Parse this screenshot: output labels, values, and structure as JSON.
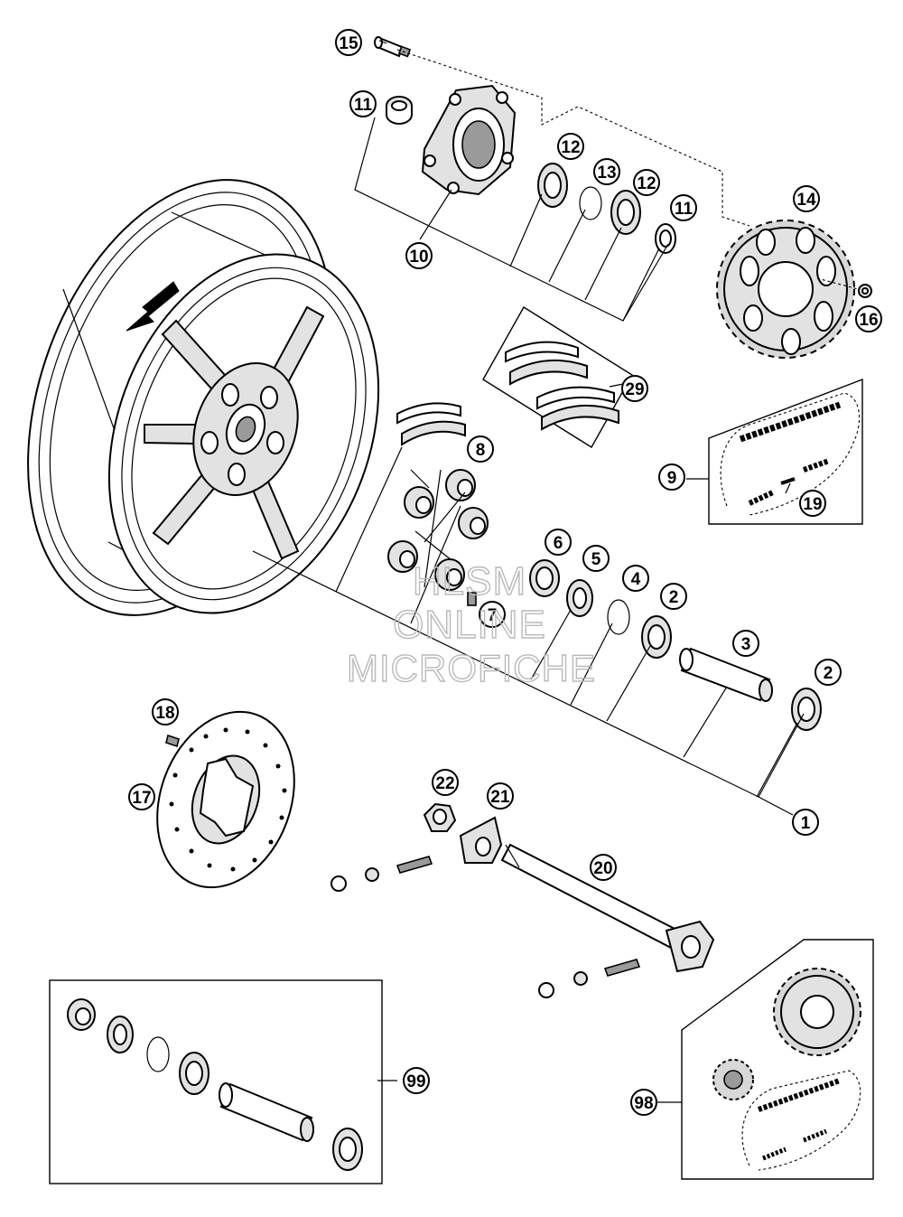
{
  "callouts": {
    "c1": "1",
    "c2a": "2",
    "c2b": "2",
    "c3": "3",
    "c4": "4",
    "c5": "5",
    "c6": "6",
    "c7": "7",
    "c8": "8",
    "c9": "9",
    "c10": "10",
    "c11a": "11",
    "c11b": "11",
    "c12a": "12",
    "c12b": "12",
    "c13": "13",
    "c14": "14",
    "c15": "15",
    "c16": "16",
    "c17": "17",
    "c18": "18",
    "c19": "19",
    "c20": "20",
    "c21": "21",
    "c22": "22",
    "c29": "29",
    "c98": "98",
    "c99": "99"
  },
  "watermark": {
    "line1": "HLSM",
    "line2": "ONLINE",
    "line3": "MICROFICHE"
  },
  "colors": {
    "line": "#000000",
    "watermark": "#b9b9b9",
    "background": "#ffffff"
  }
}
